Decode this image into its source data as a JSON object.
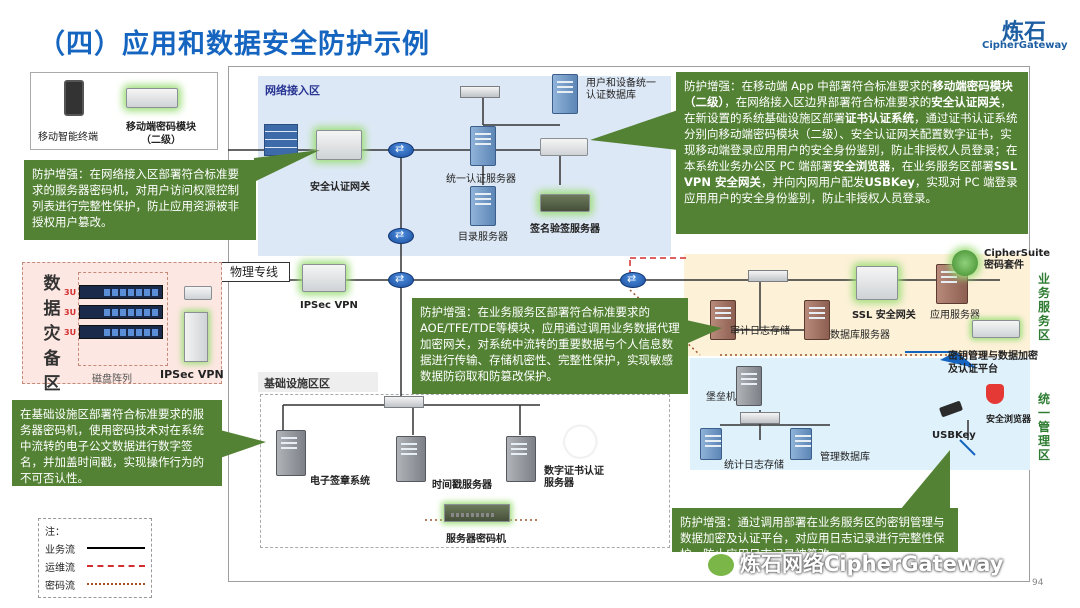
{
  "header": {
    "title": "（四）应用和数据安全防护示例",
    "logo_cn": "炼石",
    "logo_en": "CipherGateway"
  },
  "zones": {
    "network_access": "网络接入区",
    "infrastructure": "基础设施区区",
    "business": "业务服务区",
    "management": "统一管理区",
    "disaster": "数据灾备区"
  },
  "devices": {
    "mobile_terminal": "移动智能终端",
    "mobile_crypto": "移动端密码模块（二级）",
    "auth_gateway": "安全认证网关",
    "auth_server": "统一认证服务器",
    "user_db": "用户和设备统一认证数据库",
    "directory_server": "目录服务器",
    "sign_verify_server": "签名验签服务器",
    "leased_line": "物理专线",
    "ipsec_vpn_center": "IPSec VPN",
    "ipsec_vpn_dr": "IPSec VPN",
    "disk_array": "磁盘阵列",
    "rack_labels": [
      "3U",
      "3U",
      "3U"
    ],
    "esign_system": "电子签章系统",
    "timestamp_server": "时间戳服务器",
    "cert_server": "数字证书认证服务器",
    "server_crypto": "服务器密码机",
    "audit_log": "审计日志存储",
    "db_server": "数据库服务器",
    "ssl_gateway": "SSL 安全网关",
    "app_server": "应用服务器",
    "ciphersuite": "CipherSuite 密码套件",
    "kms_platform": "密钥管理与数据加密及认证平台",
    "bastion": "堡垒机",
    "unified_log": "统计日志存储",
    "mgmt_db": "管理数据库",
    "usbkey": "USBKey",
    "secure_browser": "安全浏览器"
  },
  "notes": {
    "mobile_prefix": "防护增强：在移动端 App 中部署符合标准要求的",
    "mobile_b1": "移动端密码模块（二级）",
    "mobile_t2": "，在网络接入区边界部署符合标准要求的",
    "mobile_b2": "安全认证网关",
    "mobile_t3": "，在新设置的系统基础设施区部署",
    "mobile_b3": "证书认证系统",
    "mobile_t4": "，通过证书认证系统分别向移动端密码模块（二级）、安全认证网关配置数字证书，实现移动端登录应用用户的安全身份鉴别，防止非授权人员登录；在本系统业务办公区 PC 端部署",
    "mobile_b4": "安全浏览器",
    "mobile_t5": "，在业务服务区部署",
    "mobile_b5": "SSL VPN 安全网关",
    "mobile_t6": "，并向内网用户配发",
    "mobile_b6": "USBKey",
    "mobile_t7": "，实现对 PC 端登录应用用户的安全身份鉴别，防止非授权人员登录。",
    "network": "防护增强：在网络接入区部署符合标准要求的服务器密码机，对用户访问权限控制列表进行完整性保护，防止应用资源被非授权用户篡改。",
    "business": "防护增强：在业务服务区部署符合标准要求的AOE/TFE/TDE等模块，应用通过调用业务数据代理加密网关，对系统中流转的重要数据与个人信息数据进行传输、存储机密性、完整性保护，实现敏感数据防窃取和防篡改保护。",
    "infra": "在基础设施区部署符合标准要求的服务器密码机，使用密码技术对在系统中流转的电子公文数据进行数字签名，并加盖时间戳，实现操作行为的不可否认性。",
    "mgmt": "防护增强：通过调用部署在业务服务区的密钥管理与数据加密及认证平台，对应用日志记录进行完整性保护，防止应用日志记录被篡改。"
  },
  "legend": {
    "title": "注：",
    "items": [
      {
        "label": "业务流",
        "color": "#000000",
        "style": "solid"
      },
      {
        "label": "运维流",
        "color": "#d32f2f",
        "style": "dashed"
      },
      {
        "label": "密码流",
        "color": "#a0522d",
        "style": "dotted"
      }
    ]
  },
  "footer": {
    "page_number": "94",
    "watermark": "炼石网络CipherGateway"
  }
}
